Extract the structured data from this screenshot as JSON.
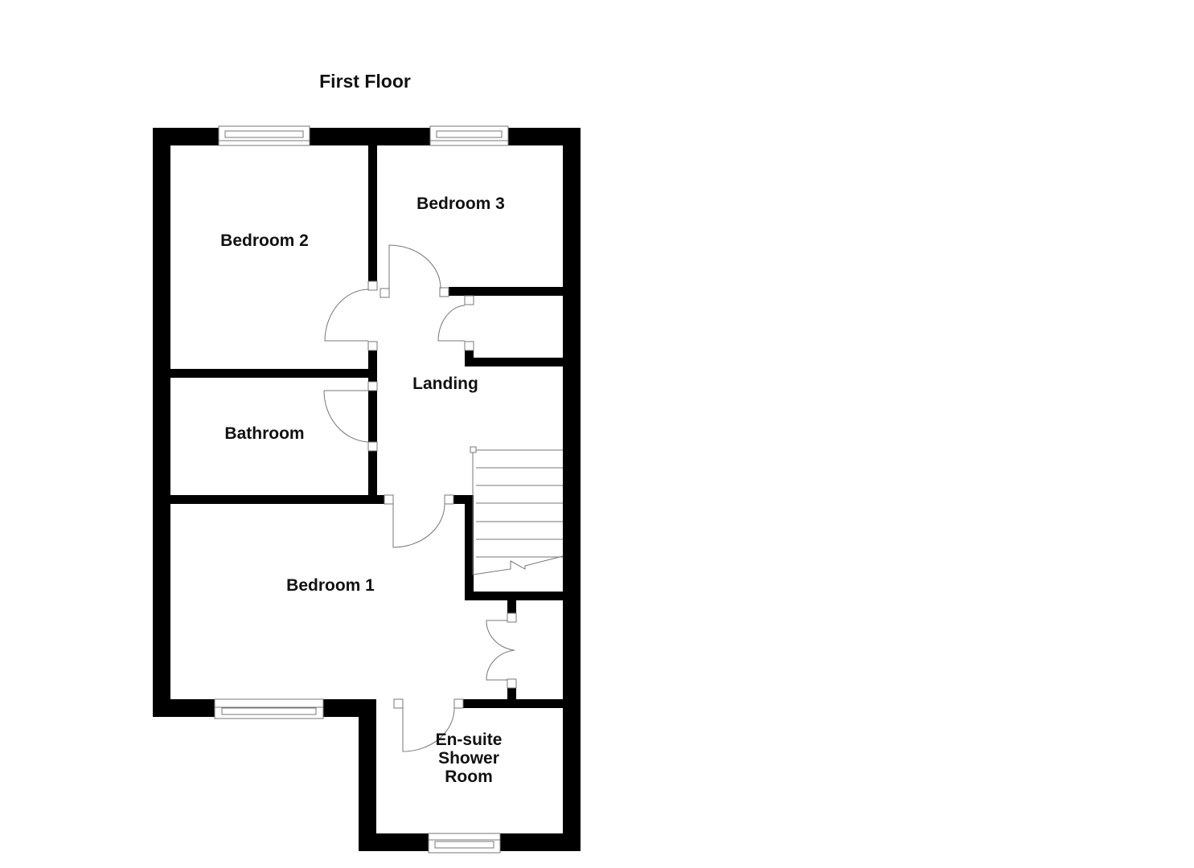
{
  "title": "First Floor",
  "colors": {
    "wall": "#000000",
    "fixture_line": "#777777",
    "background": "#ffffff",
    "text": "#111111"
  },
  "rooms": [
    {
      "id": "bedroom-2",
      "label": "Bedroom 2"
    },
    {
      "id": "bedroom-3",
      "label": "Bedroom 3"
    },
    {
      "id": "landing",
      "label": "Landing"
    },
    {
      "id": "bathroom",
      "label": "Bathroom"
    },
    {
      "id": "bedroom-1",
      "label": "Bedroom 1"
    },
    {
      "id": "ensuite",
      "label": "En-suite\nShower\nRoom"
    }
  ],
  "fixtures": {
    "windows": [
      "bedroom-2-window",
      "bedroom-3-window",
      "bedroom-1-window",
      "ensuite-window"
    ],
    "doors": [
      "bedroom-2-door",
      "bedroom-3-door",
      "airing-cupboard-door",
      "bathroom-door",
      "bedroom-1-door",
      "wardrobe-double-door",
      "ensuite-door"
    ],
    "stairs": {
      "treads": 7
    }
  }
}
